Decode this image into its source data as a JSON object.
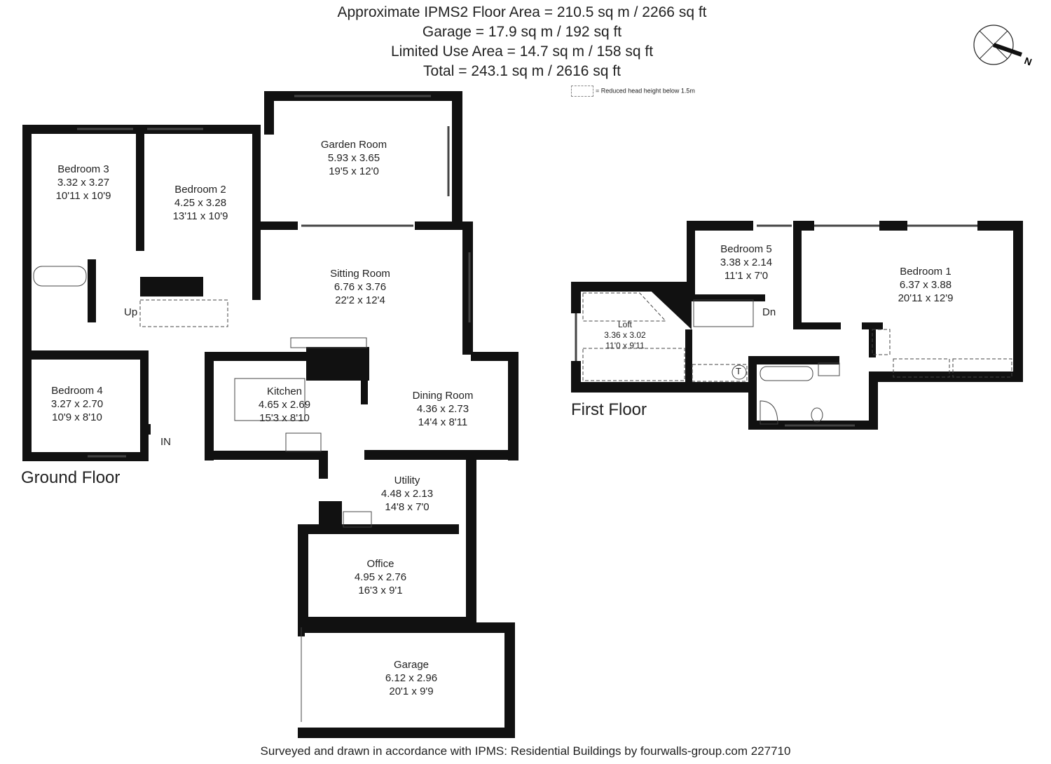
{
  "header": {
    "lines": [
      "Approximate IPMS2 Floor Area = 210.5 sq m / 2266 sq ft",
      "Garage = 17.9 sq m / 192 sq ft",
      "Limited Use Area = 14.7 sq m / 158 sq ft",
      "Total = 243.1 sq m / 2616 sq ft"
    ]
  },
  "legend": {
    "text": "= Reduced head height below 1.5m"
  },
  "compass": {
    "label": "N",
    "icon": "compass-icon"
  },
  "ground_floor": {
    "title": "Ground Floor",
    "rooms": [
      {
        "name": "Bedroom 3",
        "metric": "3.32 x 3.27",
        "imperial": "10'11 x 10'9"
      },
      {
        "name": "Bedroom 2",
        "metric": "4.25 x 3.28",
        "imperial": "13'11 x 10'9"
      },
      {
        "name": "Garden Room",
        "metric": "5.93 x 3.65",
        "imperial": "19'5 x 12'0"
      },
      {
        "name": "Sitting Room",
        "metric": "6.76 x 3.76",
        "imperial": "22'2 x 12'4"
      },
      {
        "name": "Bedroom  4",
        "metric": "3.27 x 2.70",
        "imperial": "10'9 x 8'10"
      },
      {
        "name": "Kitchen",
        "metric": "4.65 x 2.69",
        "imperial": "15'3 x 8'10"
      },
      {
        "name": "Dining Room",
        "metric": "4.36 x 2.73",
        "imperial": "14'4 x 8'11"
      },
      {
        "name": "Utility",
        "metric": "4.48 x 2.13",
        "imperial": "14'8 x 7'0"
      },
      {
        "name": "Office",
        "metric": "4.95 x 2.76",
        "imperial": "16'3 x 9'1"
      },
      {
        "name": "Garage",
        "metric": "6.12 x 2.96",
        "imperial": "20'1 x 9'9"
      }
    ],
    "stairs_label": "Up",
    "entrance_label": "IN"
  },
  "first_floor": {
    "title": "First Floor",
    "rooms": [
      {
        "name": "Bedroom 5",
        "metric": "3.38 x 2.14",
        "imperial": "11'1 x 7'0"
      },
      {
        "name": "Bedroom 1",
        "metric": "6.37 x 3.88",
        "imperial": "20'11 x 12'9"
      },
      {
        "name": "Loft",
        "metric": "3.36 x 3.02",
        "imperial": "11'0 x 9'11"
      }
    ],
    "stairs_label": "Dn",
    "tank_label": "T"
  },
  "footer": {
    "text": "Surveyed and drawn in accordance with IPMS: Residential Buildings by fourwalls-group.com 227710"
  }
}
